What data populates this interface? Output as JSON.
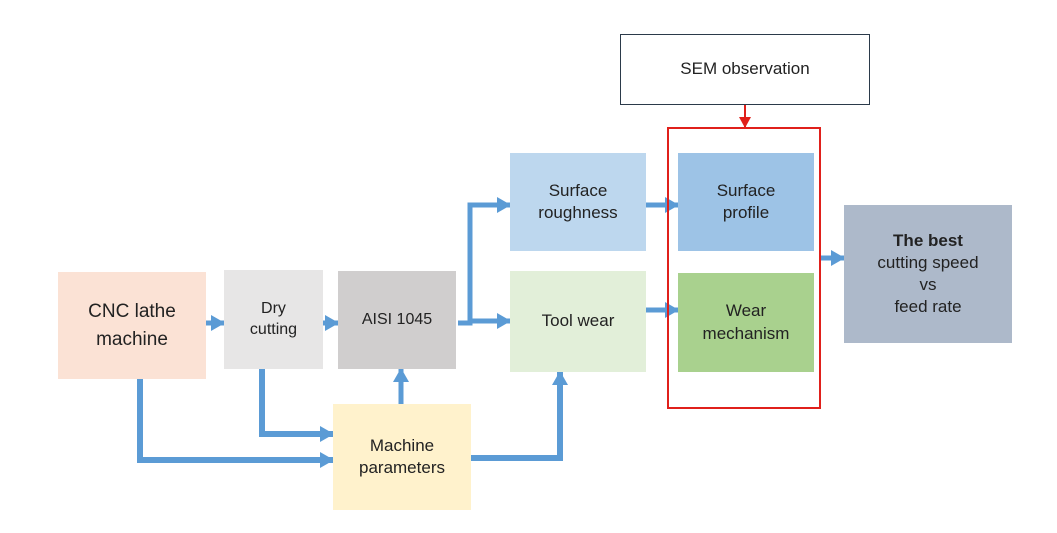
{
  "nodes": {
    "cnc": [
      "CNC lathe",
      "machine"
    ],
    "dry": [
      "Dry",
      "cutting"
    ],
    "aisi": [
      "AISI 1045"
    ],
    "machine_params": [
      "Machine",
      "parameters"
    ],
    "surface_roughness": [
      "Surface",
      "roughness"
    ],
    "tool_wear": [
      "Tool wear"
    ],
    "surface_profile": [
      "Surface",
      "profile"
    ],
    "wear_mechanism": [
      "Wear",
      "mechanism"
    ],
    "best": [
      "The best",
      "cutting speed",
      "vs",
      "feed rate"
    ],
    "sem": [
      "SEM observation"
    ]
  },
  "colors": {
    "arrow": "#5b9bd5",
    "highlight": "#e0201b"
  }
}
